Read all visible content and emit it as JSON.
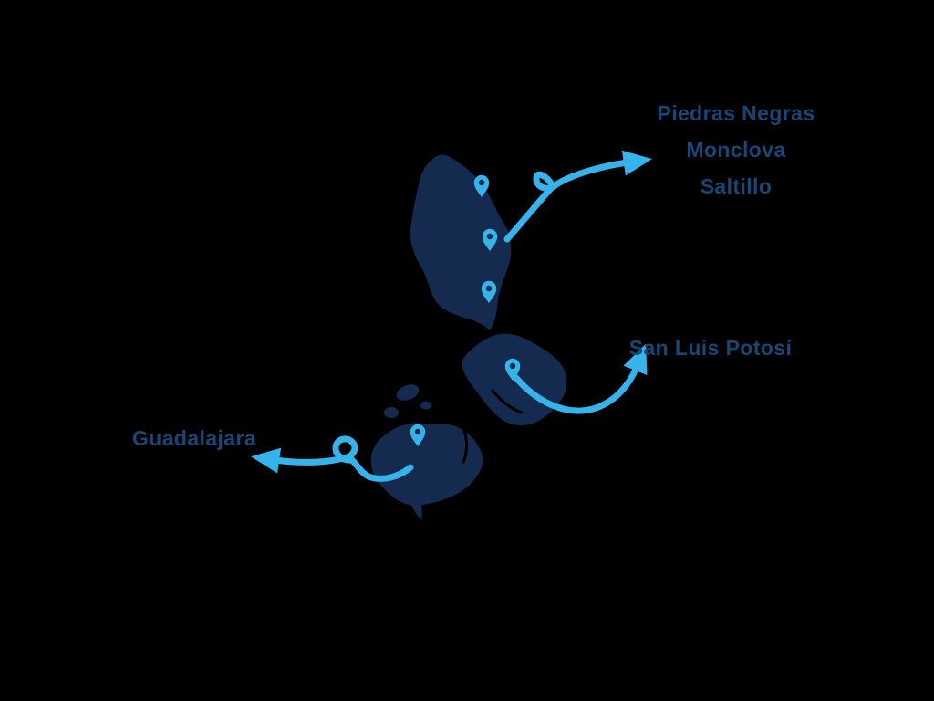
{
  "colors": {
    "background": "#000000",
    "map_fill": "#142a4e",
    "accent": "#36b3ea",
    "label_text": "#1a4674"
  },
  "labels": {
    "northeast": [
      {
        "text": "Piedras Negras"
      },
      {
        "text": "Monclova"
      },
      {
        "text": "Saltillo"
      }
    ],
    "san_luis_potosi": "San Luis Potosí",
    "guadalajara": "Guadalajara"
  },
  "map": {
    "pin_icon": "map-pin-icon",
    "pin_count": 5,
    "arrow_icon": "curly-arrow-icon",
    "arrow_count": 3
  }
}
